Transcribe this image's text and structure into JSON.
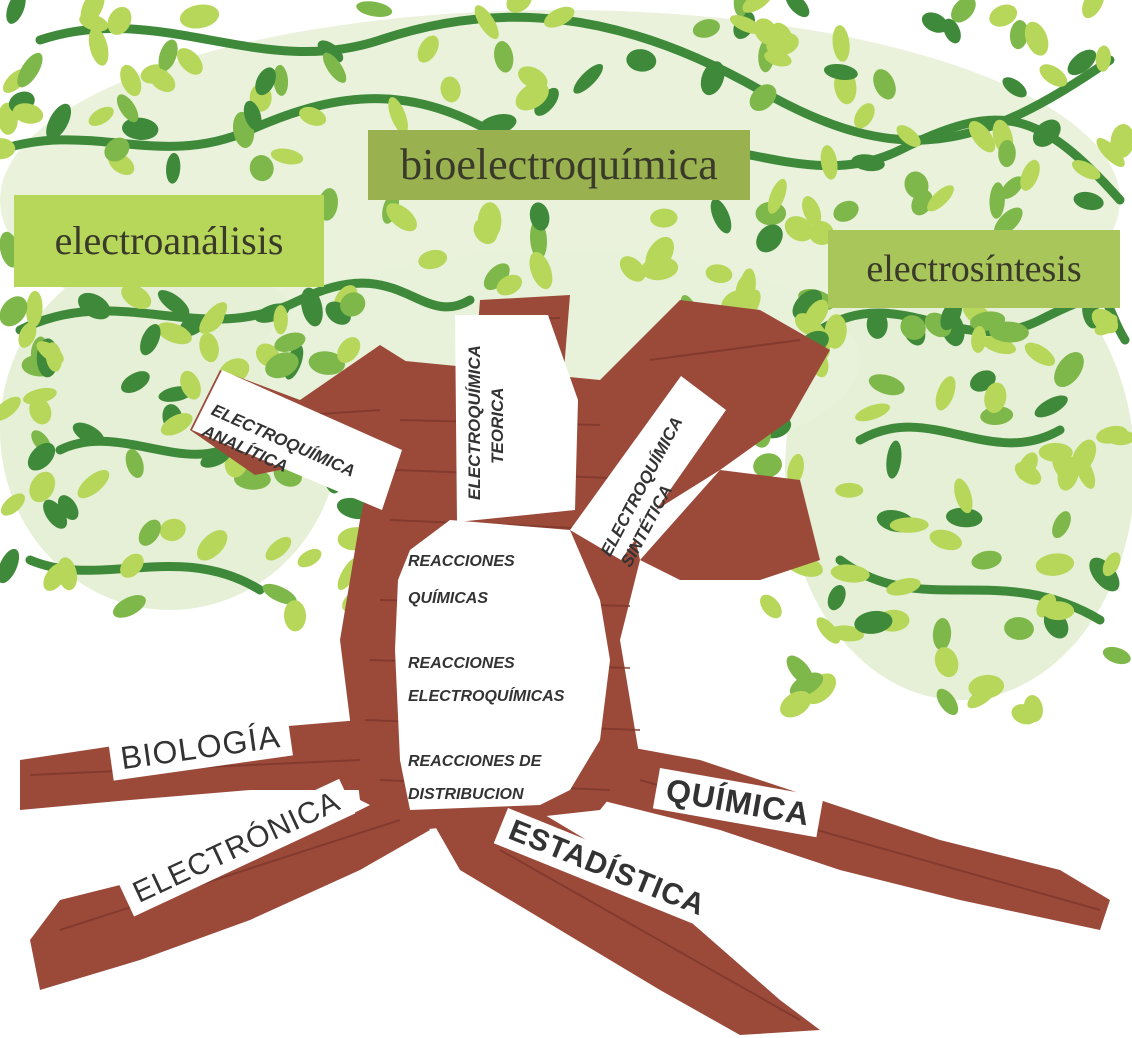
{
  "canopy_labels": {
    "bioelectroquimica": "bioelectroquímica",
    "electroanalisis": "electroanálisis",
    "electrosintesis": "electrosíntesis"
  },
  "branch_labels": {
    "analitica_line1": "ELECTROQUÍMICA",
    "analitica_line2": "ANALÍTICA",
    "teorica_line1": "ELECTROQUÍMICA",
    "teorica_line2": "TEORICA",
    "sintetica_line1": "ELECTROQUÍMICA",
    "sintetica_line2": "SINTÉTICA"
  },
  "trunk_core": {
    "line1": "REACCIONES",
    "line2": "QUÍMICAS",
    "line3": "REACCIONES",
    "line4": "ELECTROQUÍMICAS",
    "line5": "REACCIONES DE",
    "line6": "DISTRIBUCION"
  },
  "root_labels": {
    "biologia": "BIOLOGÍA",
    "electronica": "ELECTRÓNICA",
    "estadistica": "ESTADÍSTICA",
    "quimica": "QUÍMICA"
  },
  "colors": {
    "trunk": "#9b4a3a",
    "trunk_dark": "#7a3428",
    "leaf_light": "#b7d75a",
    "leaf_mid": "#7fb84a",
    "leaf_dark": "#3f8a3a",
    "label_green": "#a8c65a",
    "label_green_dark": "#99b14f",
    "card": "#ffffff"
  }
}
